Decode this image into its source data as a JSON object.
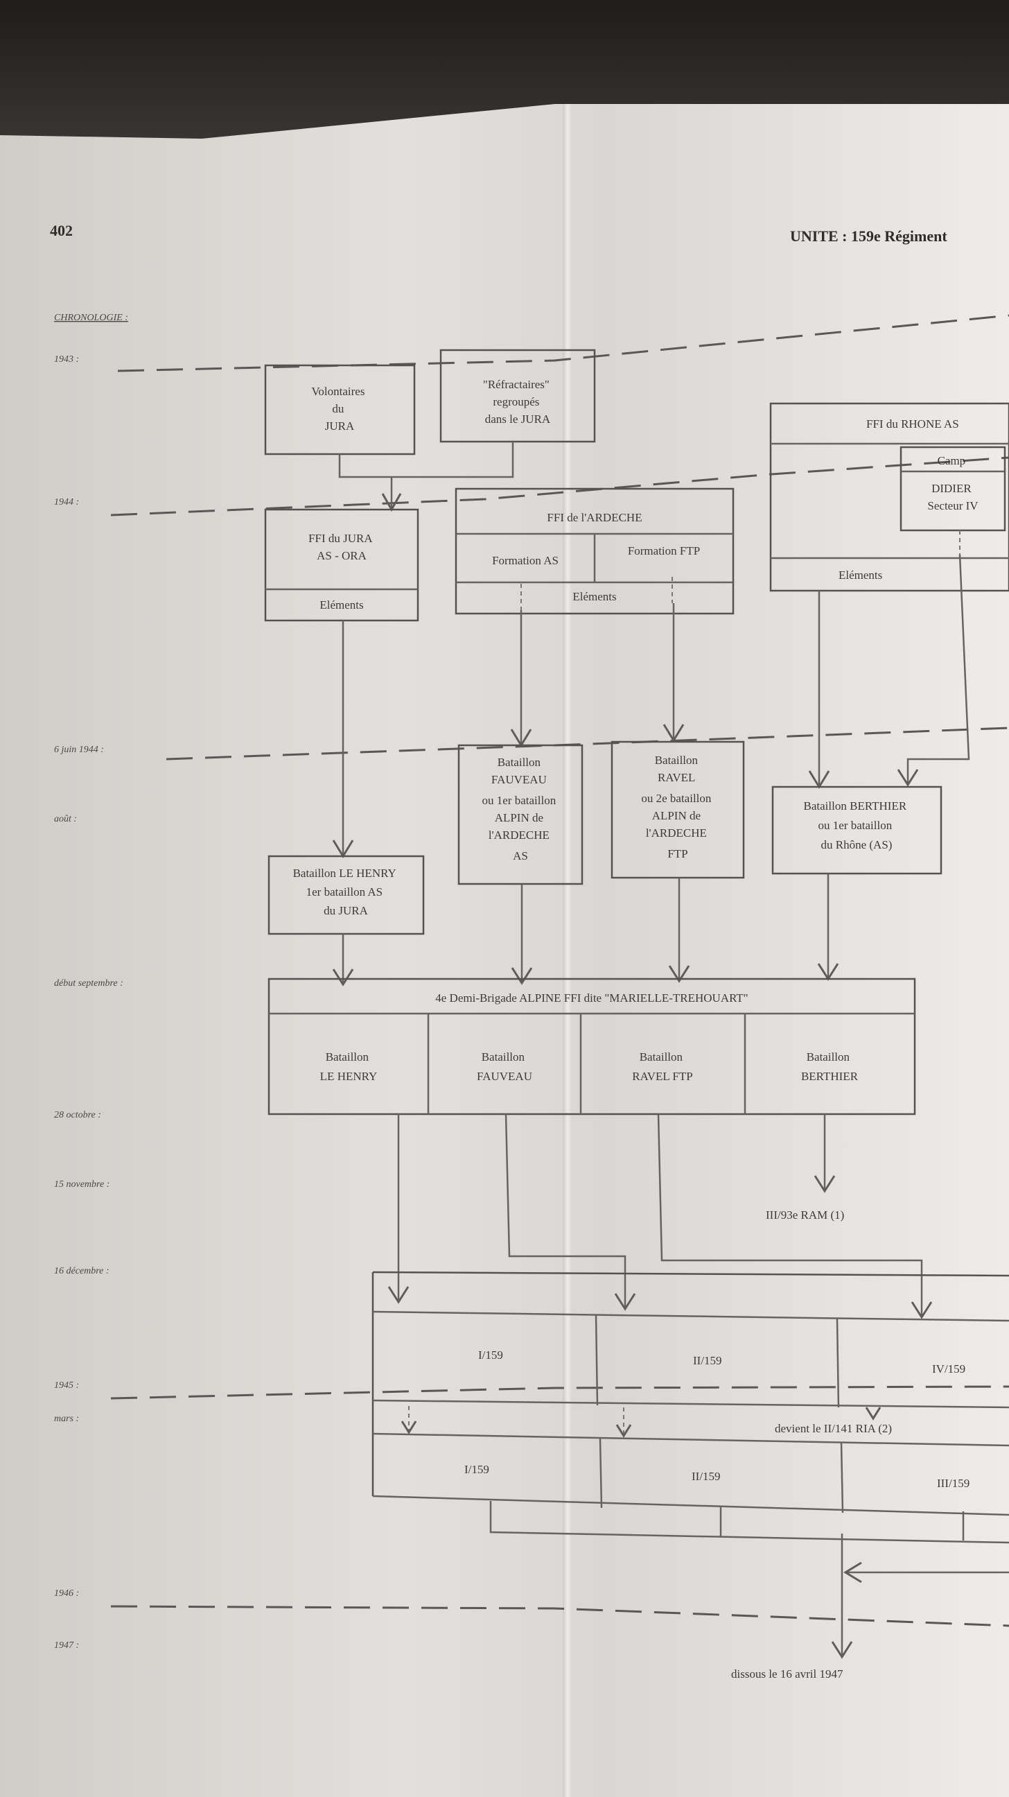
{
  "page": {
    "number": "402",
    "unit_header": "UNITE : 159e Régiment"
  },
  "chronology": {
    "heading": "CHRONOLOGIE :",
    "labels": {
      "y1943": "1943 :",
      "y1944": "1944 :",
      "june1944": "6 juin 1944 :",
      "aout": "août :",
      "sept": "début septembre :",
      "oct": "28 octobre :",
      "nov": "15 novembre :",
      "dec": "16 décembre :",
      "y1945": "1945 :",
      "mars": "mars :",
      "y1946": "1946 :",
      "y1947": "1947 :"
    }
  },
  "boxes": {
    "volontaires": [
      "Volontaires",
      "du",
      "JURA"
    ],
    "refractaires": [
      "\"Réfractaires\"",
      "regroupés",
      "dans le JURA"
    ],
    "ffi_rhone": "FFI du RHONE AS",
    "camp_didier": [
      "Camp",
      "DIDIER",
      "Secteur IV"
    ],
    "ffi_rhone_elements": "Eléments",
    "ffi_jura": [
      "FFI du JURA",
      "AS - ORA"
    ],
    "ffi_jura_elements": "Eléments",
    "ffi_ardeche": "FFI de l'ARDECHE",
    "formation_as": "Formation AS",
    "formation_ftp": "Formation FTP",
    "ardeche_elements": "Eléments",
    "bat_fauveau": [
      "Bataillon",
      "FAUVEAU",
      "ou 1er bataillon",
      "ALPIN de",
      "l'ARDECHE",
      "AS"
    ],
    "bat_ravel": [
      "Bataillon",
      "RAVEL",
      "ou 2e bataillon",
      "ALPIN de",
      "l'ARDECHE",
      "FTP"
    ],
    "bat_berthier": [
      "Bataillon BERTHIER",
      "ou 1er bataillon",
      "du Rhône (AS)"
    ],
    "bat_lehenry": [
      "Bataillon LE HENRY",
      "1er bataillon AS",
      "du JURA"
    ],
    "demi_brigade": "4e Demi-Brigade ALPINE FFI dite \"MARIELLE-TREHOUART\"",
    "db_cells": [
      [
        "Bataillon",
        "LE HENRY"
      ],
      [
        "Bataillon",
        "FAUVEAU"
      ],
      [
        "Bataillon",
        "RAVEL FTP"
      ],
      [
        "Bataillon",
        "BERTHIER"
      ]
    ],
    "ram": "III/93e RAM (1)",
    "reg_row1": [
      "I/159",
      "II/159",
      "IV/159"
    ],
    "devient": "devient le II/141 RIA (2)",
    "reg_row2": [
      "I/159",
      "II/159",
      "III/159"
    ],
    "dissous": "dissous le 16 avril 1947"
  }
}
